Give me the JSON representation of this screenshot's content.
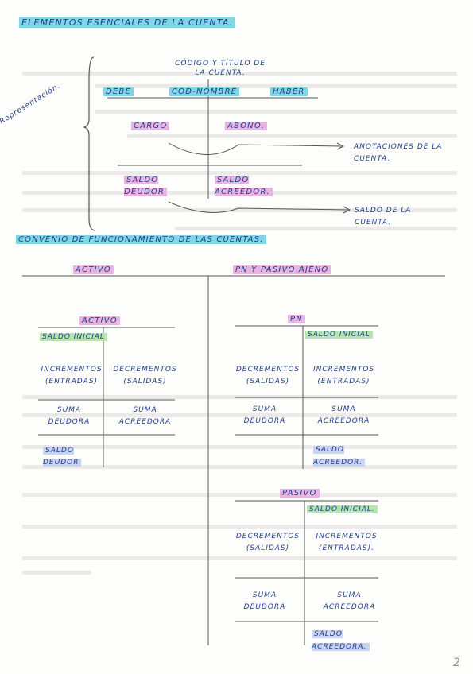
{
  "title": "ELEMENTOS ESENCIALES DE LA CUENTA.",
  "representation": {
    "side_label": "Representación.",
    "code_title": "CÓDIGO Y TÍTULO DE LA CUENTA.",
    "debe": "DEBE",
    "cod_nombre": "COD-NOMBRE",
    "haber": "HABER",
    "cargo": "CARGO",
    "abono": "ABONO.",
    "anotaciones": "ANOTACIONES DE LA CUENTA.",
    "saldo_deudor": "SALDO DEUDOR",
    "saldo_acreedor": "SALDO ACREEDOR.",
    "saldo_cuenta": "SALDO DE LA CUENTA."
  },
  "section2_title": "CONVENIO DE FUNCIONAMIENTO DE LAS CUENTAS.",
  "headers": {
    "activo": "ACTIVO",
    "pn_pasivo": "PN Y PASIVO AJENO"
  },
  "activo": {
    "title": "ACTIVO",
    "saldo_inicial": "SALDO INICIAL",
    "incrementos": "INCREMENTOS (ENTRADAS)",
    "decrementos": "DECREMENTOS (SALIDAS)",
    "suma_deudora": "SUMA DEUDORA",
    "suma_acreedora": "SUMA ACREEDORA",
    "saldo": "SALDO DEUDOR"
  },
  "pn": {
    "title": "PN",
    "saldo_inicial": "SALDO INICIAL",
    "decrementos": "DECREMENTOS (SALIDAS)",
    "incrementos": "INCREMENTOS (ENTRADAS)",
    "suma_deudora": "SUMA DEUDORA",
    "suma_acreedora": "SUMA ACREEDORA",
    "saldo": "SALDO ACREEDOR."
  },
  "pasivo": {
    "title": "PASIVO",
    "saldo_inicial": "SALDO INICIAL.",
    "decrementos": "DECREMENTOS (SALIDAS)",
    "incrementos": "INCREMENTOS (ENTRADAS).",
    "suma_deudora": "SUMA DEUDORA",
    "suma_acreedora": "SUMA ACREEDORA",
    "saldo": "SALDO ACREEDORA."
  },
  "page_number": "2"
}
